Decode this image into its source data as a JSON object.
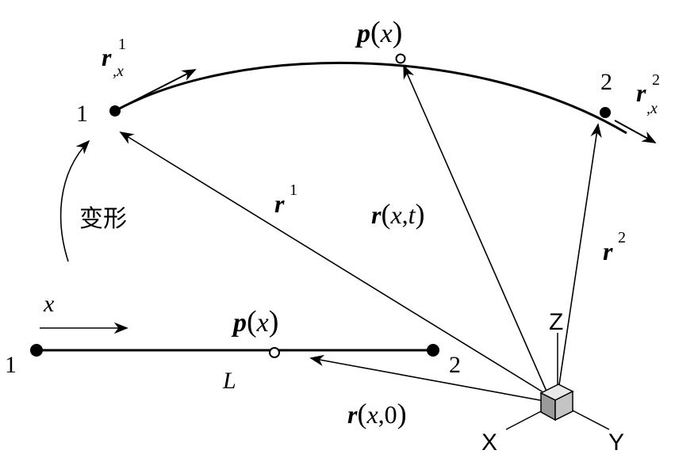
{
  "labels": {
    "node1_top": "1",
    "node2_top": "2",
    "node1_bottom": "1",
    "node2_bottom": "2",
    "deform": "变形",
    "x_axis": "x",
    "length": "L",
    "axis_X": "X",
    "axis_Y": "Y",
    "axis_Z": "Z",
    "r_bold": "r",
    "p_bold": "p",
    "sup_1": "1",
    "sup_2": "2",
    "sub_x": ",x",
    "paren_open": "(",
    "paren_close": ")",
    "x_var": "x",
    "t_var": "t",
    "comma": ",",
    "zero": "0"
  }
}
